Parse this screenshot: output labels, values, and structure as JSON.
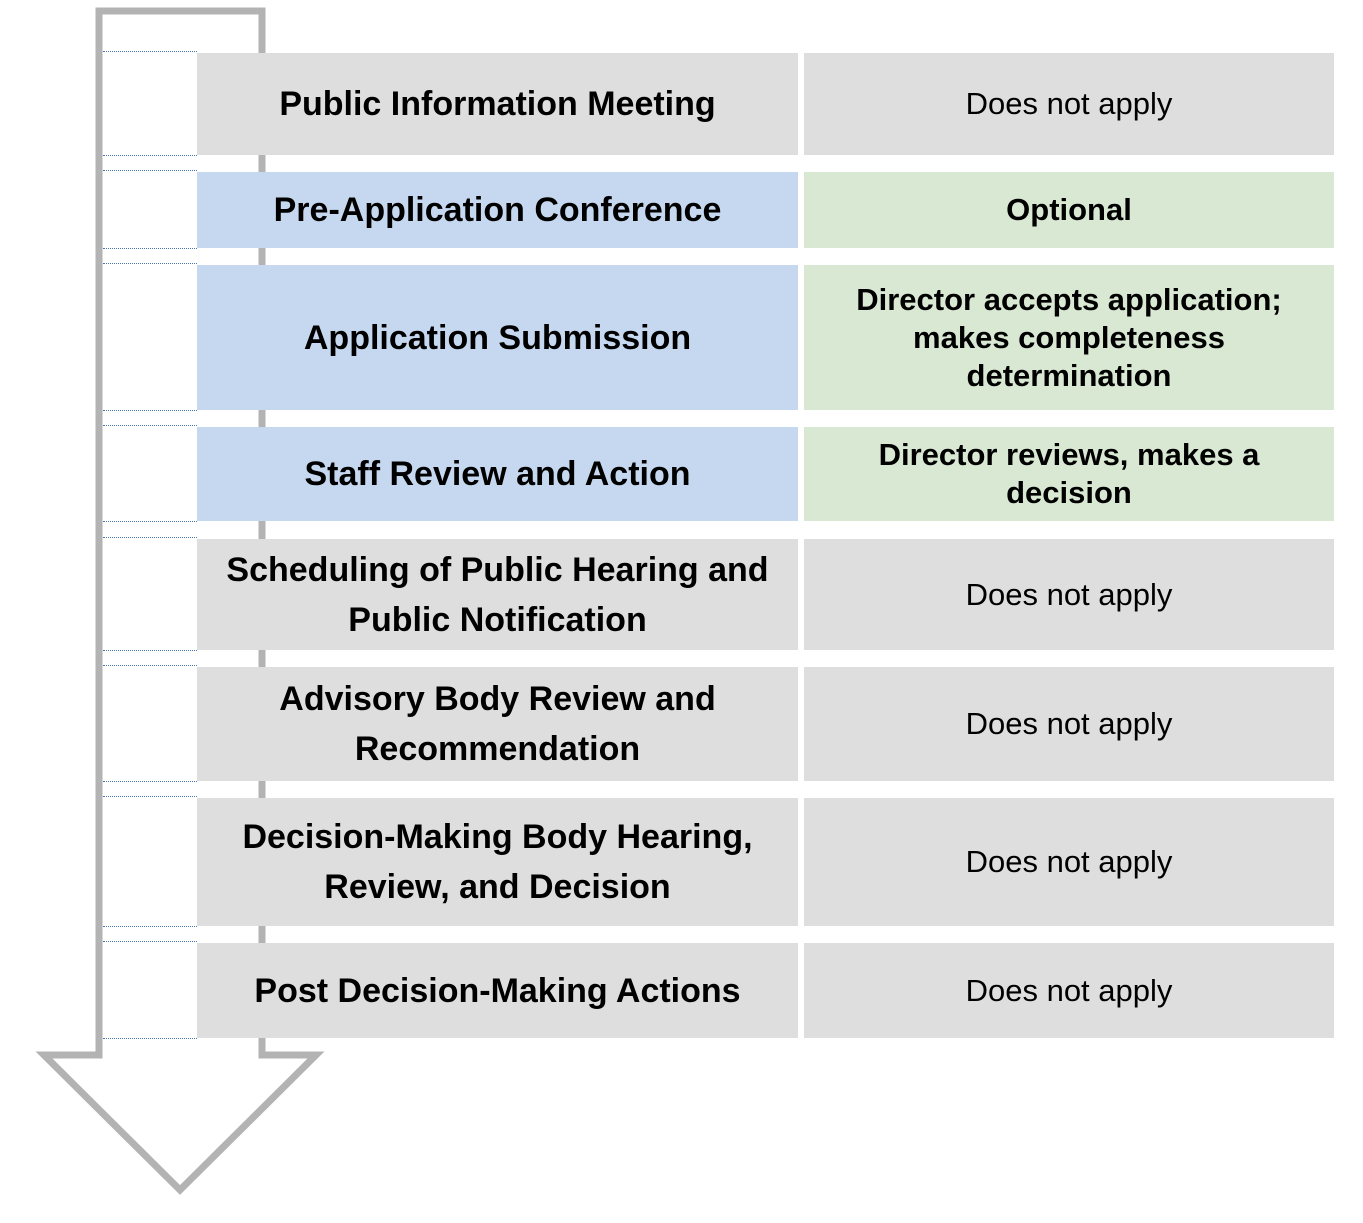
{
  "rows": [
    {
      "step": "Public Information Meeting",
      "status": "Does not apply",
      "step_color": "#dedede",
      "status_color": "#dedede"
    },
    {
      "step": "Pre-Application Conference",
      "status": "Optional",
      "step_color": "#c6d8ef",
      "status_color": "#d9e8d3"
    },
    {
      "step": "Application Submission",
      "status": "Director accepts application; makes completeness determination",
      "step_color": "#c6d8ef",
      "status_color": "#d9e8d3"
    },
    {
      "step": "Staff Review and Action",
      "status": "Director reviews, makes a decision",
      "step_color": "#c6d8ef",
      "status_color": "#d9e8d3"
    },
    {
      "step": "Scheduling of Public Hearing and Public Notification",
      "status": "Does not apply",
      "step_color": "#dedede",
      "status_color": "#dedede"
    },
    {
      "step": "Advisory Body Review and Recommendation",
      "status": "Does not apply",
      "step_color": "#dedede",
      "status_color": "#dedede"
    },
    {
      "step": "Decision-Making Body Hearing, Review, and Decision",
      "status": "Does not apply",
      "step_color": "#dedede",
      "status_color": "#dedede"
    },
    {
      "step": "Post Decision-Making Actions",
      "status": "Does not apply",
      "step_color": "#dedede",
      "status_color": "#dedede"
    }
  ],
  "colors": {
    "arrow_outline": "#b3b3b3",
    "grey_cell": "#dedede",
    "blue_cell": "#c6d8ef",
    "green_cell": "#d9e8d3"
  }
}
